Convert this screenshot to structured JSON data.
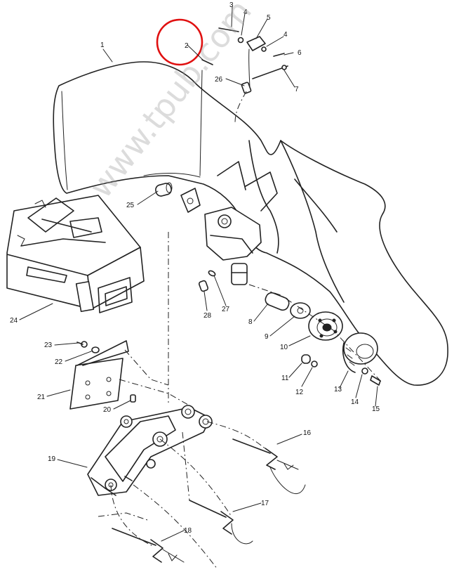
{
  "watermark": "www.tpub.com",
  "highlight_color": "#e01010",
  "callouts": [
    {
      "id": "c1",
      "text": "1"
    },
    {
      "id": "c2",
      "text": "2"
    },
    {
      "id": "c3",
      "text": "3"
    },
    {
      "id": "c4a",
      "text": "4"
    },
    {
      "id": "c5",
      "text": "5"
    },
    {
      "id": "c4b",
      "text": "4"
    },
    {
      "id": "c6",
      "text": "6"
    },
    {
      "id": "c7",
      "text": "7"
    },
    {
      "id": "c26",
      "text": "26"
    },
    {
      "id": "c25",
      "text": "25"
    },
    {
      "id": "c24",
      "text": "24"
    },
    {
      "id": "c28",
      "text": "28"
    },
    {
      "id": "c27",
      "text": "27"
    },
    {
      "id": "c8",
      "text": "8"
    },
    {
      "id": "c9",
      "text": "9"
    },
    {
      "id": "c10",
      "text": "10"
    },
    {
      "id": "c11",
      "text": "11"
    },
    {
      "id": "c12",
      "text": "12"
    },
    {
      "id": "c13",
      "text": "13"
    },
    {
      "id": "c14",
      "text": "14"
    },
    {
      "id": "c15",
      "text": "15"
    },
    {
      "id": "c23",
      "text": "23"
    },
    {
      "id": "c22",
      "text": "22"
    },
    {
      "id": "c21",
      "text": "21"
    },
    {
      "id": "c20",
      "text": "20"
    },
    {
      "id": "c16",
      "text": "16"
    },
    {
      "id": "c19",
      "text": "19"
    },
    {
      "id": "c17",
      "text": "17"
    },
    {
      "id": "c18",
      "text": "18"
    }
  ]
}
